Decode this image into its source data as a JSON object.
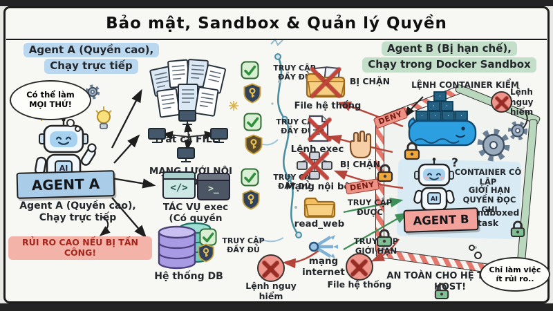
{
  "title": "Bảo mật, Sandbox & Quản lý Quyền",
  "icons": {
    "check": "✓",
    "code": "</>",
    "prompt": ">_",
    "bullet": "•",
    "question": "?",
    "ai": "AI"
  },
  "agent_a": {
    "heading": [
      "Agent A (Quyền cao),",
      "Chạy trực tiếp"
    ],
    "thought": [
      "Có thể làm",
      "MỌI THỨ!"
    ],
    "banner": "AGENT A",
    "caption": [
      "Agent A (Quyền cao),",
      "Chạy trực tiếp"
    ],
    "warning": "RỦI RO CAO NẾU BỊ TẤN CÔNG!",
    "resources": [
      {
        "label": "Tất cả FILE",
        "access": "TRUY CẬP ĐẦY ĐỦ"
      },
      {
        "label": "MẠNG LƯỚI NỘI BỘ",
        "access": "TRUY CẬP ĐẦY ĐỦ"
      },
      {
        "label": "TÁC VỤ exec",
        "sublabel": "(Có quyền root)",
        "access": "TRUY CẬP ĐẦY ĐỦ"
      },
      {
        "label": "Hệ thống DB",
        "access": "TRUY CẬP ĐẦY ĐỦ"
      }
    ]
  },
  "agent_b": {
    "heading": [
      "Agent B  (Bị hạn chế),",
      "Chạy trong Docker Sandbox"
    ],
    "container_label": "LỆNH CONTAINER KIỂM",
    "danger_top": [
      "Lệnh",
      "nguy hiểm"
    ],
    "banner": "AGENT B",
    "isolated": "CONTAINER CÔ LẬP",
    "rw_limit": [
      "GIỚI HẠN",
      "QUYỀN ĐỌC GHI"
    ],
    "task": "Sandboxed task",
    "thought": [
      "Chỉ làm việc",
      "ít rủi ro.."
    ],
    "deny": "DENY",
    "blocked": [
      {
        "label": "File hệ thống",
        "status": "BỊ CHẶN"
      },
      {
        "label": "Lệnh exec",
        "status": "BỊ CHẶN"
      },
      {
        "label": "Mạng nội bộ",
        "status": "BỊ CHẶN"
      }
    ],
    "allowed": [
      {
        "label": "read_web",
        "status": "TRUY CẬP ĐƯỢC"
      },
      {
        "label": "mạng internet",
        "status": "TRUY CẬP GIỚI HẠN"
      }
    ],
    "bottom_blocked": [
      "Lệnh nguy hiểm",
      "File hệ thống"
    ],
    "safe_note": [
      "AN TOÀN CHO HỆ THỐNG",
      "HOST!"
    ]
  },
  "colors": {
    "blue-hl": "#b9d7ee",
    "green-hl": "#c3dfc9",
    "pink-hl": "#f4b3a9",
    "warn-red": "#a3261c",
    "deny-bg": "#ee9185",
    "deny-text": "#731911",
    "docker-blue": "#2b9fe0",
    "banner-a": "#a9cce8",
    "banner-b": "#f2a19b"
  }
}
